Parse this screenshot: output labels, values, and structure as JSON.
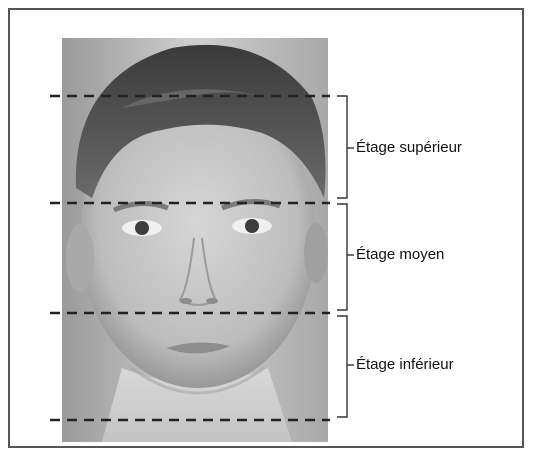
{
  "zones": [
    {
      "label": "Étage supérieur"
    },
    {
      "label": "Étage moyen"
    },
    {
      "label": "Étage inférieur"
    }
  ],
  "colors": {
    "frame": "#555555",
    "dash_line": "#222222",
    "bracket": "#333333",
    "text": "#111111"
  },
  "icons": {
    "photo": "face-photo"
  }
}
